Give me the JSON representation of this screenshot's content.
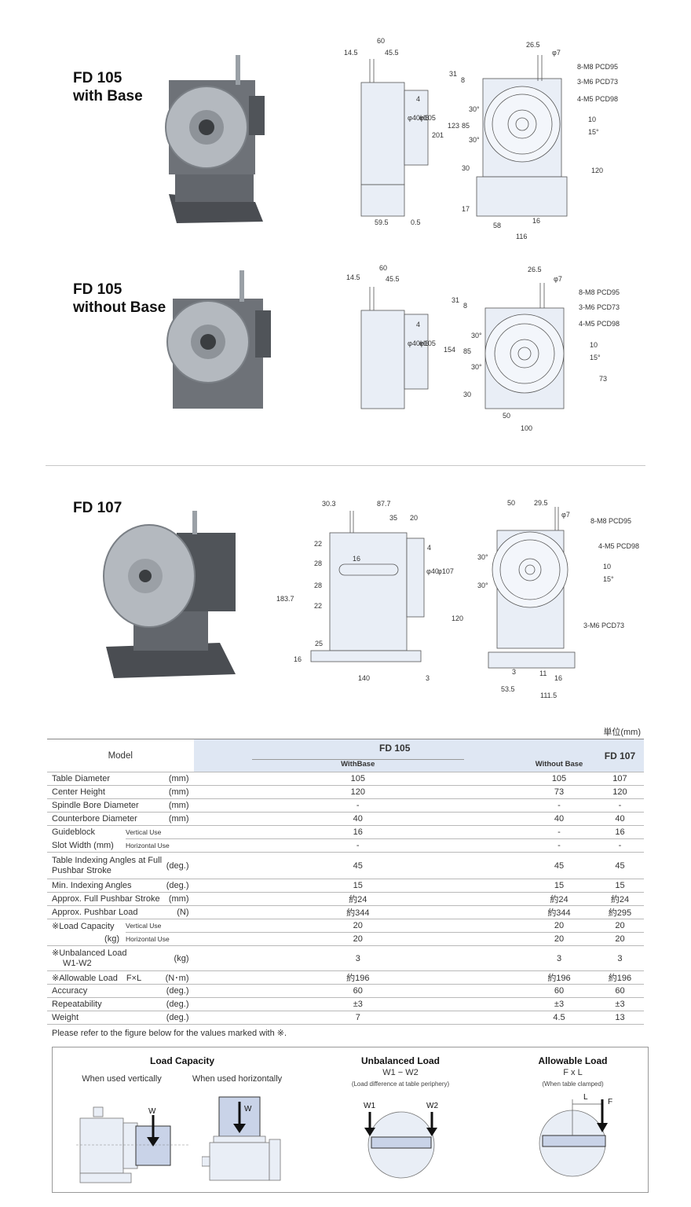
{
  "sections": [
    {
      "title_line1": "FD 105",
      "title_line2": "with Base"
    },
    {
      "title_line1": "FD 105",
      "title_line2": "without Base"
    },
    {
      "title_line1": "FD 107",
      "title_line2": ""
    }
  ],
  "drawings": {
    "d1": {
      "top": [
        "60",
        "14.5",
        "45.5",
        "26.5",
        "φ7"
      ],
      "callouts": [
        "8-M8 PCD95",
        "3-M6 PCD73",
        "4-M5 PCD98"
      ],
      "side": [
        "4",
        "φ40H6",
        "φ105",
        "201",
        "59.5",
        "0.5"
      ],
      "front": [
        "31",
        "8",
        "123",
        "85",
        "30°",
        "30°",
        "30",
        "17",
        "120",
        "10",
        "15°",
        "58",
        "16",
        "116"
      ]
    },
    "d2": {
      "top": [
        "60",
        "14.5",
        "45.5",
        "26.5",
        "φ7"
      ],
      "callouts": [
        "8-M8 PCD95",
        "3-M6 PCD73",
        "4-M5 PCD98"
      ],
      "side": [
        "4",
        "φ40H6",
        "φ105"
      ],
      "front": [
        "31",
        "8",
        "154",
        "85",
        "30°",
        "30°",
        "30",
        "73",
        "10",
        "15°",
        "50",
        "100"
      ]
    },
    "d3": {
      "top": [
        "30.3",
        "87.7",
        "35",
        "20",
        "50",
        "29.5",
        "φ7"
      ],
      "callouts": [
        "8-M8 PCD95",
        "4-M5 PCD98",
        "3-M6 PCD73"
      ],
      "side": [
        "183.7",
        "22",
        "28",
        "28",
        "22",
        "16",
        "4",
        "φ40",
        "φ107",
        "120",
        "16",
        "25",
        "140",
        "3"
      ],
      "front": [
        "30°",
        "30°",
        "10",
        "15°",
        "3",
        "11",
        "16",
        "53.5",
        "111.5"
      ]
    }
  },
  "table": {
    "unit_note": "単位(mm)",
    "header": {
      "model": "Model",
      "fd105": "FD 105",
      "fd107": "FD 107",
      "with_base": "WithBase",
      "without_base": "Without Base"
    },
    "rows": [
      {
        "label": "Table Diameter",
        "unit": "(mm)",
        "v1": "105",
        "v2": "105",
        "v3": "107"
      },
      {
        "label": "Center Height",
        "unit": "(mm)",
        "v1": "120",
        "v2": "73",
        "v3": "120"
      },
      {
        "label": "Spindle Bore Diameter",
        "unit": "(mm)",
        "v1": "-",
        "v2": "-",
        "v3": "-"
      },
      {
        "label": "Counterbore Diameter",
        "unit": "(mm)",
        "v1": "40",
        "v2": "40",
        "v3": "40"
      }
    ],
    "guideblock": {
      "label1": "Guideblock",
      "label2": "Slot Width (mm)",
      "sub1": "Vertical Use",
      "sub2": "Horizontal Use",
      "r1": [
        "16",
        "-",
        "16"
      ],
      "r2": [
        "-",
        "-",
        "-"
      ]
    },
    "rows2": [
      {
        "label": "Table Indexing Angles at Full Pushbar Stroke",
        "unit": "(deg.)",
        "v1": "45",
        "v2": "45",
        "v3": "45"
      },
      {
        "label": "Min. Indexing Angles",
        "unit": "(deg.)",
        "v1": "15",
        "v2": "15",
        "v3": "15"
      },
      {
        "label": "Approx. Full Pushbar Stroke",
        "unit": "(mm)",
        "v1": "約24",
        "v2": "約24",
        "v3": "約24"
      },
      {
        "label": "Approx. Pushbar Load",
        "unit": "(N)",
        "v1": "約344",
        "v2": "約344",
        "v3": "約295"
      }
    ],
    "load": {
      "label1": "※Load Capacity",
      "label2": "(kg)",
      "sub1": "Vertical Use",
      "sub2": "Horizontal Use",
      "r1": [
        "20",
        "20",
        "20"
      ],
      "r2": [
        "20",
        "20",
        "20"
      ]
    },
    "unbalanced": {
      "label1": "※Unbalanced Load",
      "label2": "W1-W2",
      "unit": "(kg)",
      "v": [
        "3",
        "3",
        "3"
      ]
    },
    "rows3": [
      {
        "label": "※Allowable Load　F×L",
        "unit": "(N･m)",
        "v1": "約196",
        "v2": "約196",
        "v3": "約196"
      },
      {
        "label": "Accuracy",
        "unit": "(deg.)",
        "v1": "60",
        "v2": "60",
        "v3": "60"
      },
      {
        "label": "Repeatability",
        "unit": "(deg.)",
        "v1": "±3",
        "v2": "±3",
        "v3": "±3"
      },
      {
        "label": "Weight",
        "unit": "(deg.)",
        "v1": "7",
        "v2": "4.5",
        "v3": "13"
      }
    ]
  },
  "note": "Please refer to the figure below for the values marked with ※.",
  "legend": {
    "load_title": "Load Capacity",
    "vertical": "When used vertically",
    "horizontal": "When used horizontally",
    "unbalanced_title": "Unbalanced Load",
    "unbalanced_formula": "W1 − W2",
    "unbalanced_note": "(Load difference at table periphery)",
    "allowable_title": "Allowable Load",
    "allowable_formula": "F x L",
    "allowable_note": "(When table clamped)",
    "w_label": "W",
    "w1_label": "W1",
    "w2_label": "W2",
    "l_label": "L",
    "f_label": "F"
  },
  "colors": {
    "part_fill": "#e9eef6",
    "line": "#555555",
    "header_bg": "#dfe7f3",
    "legend_fill": "#c9d3e8"
  }
}
